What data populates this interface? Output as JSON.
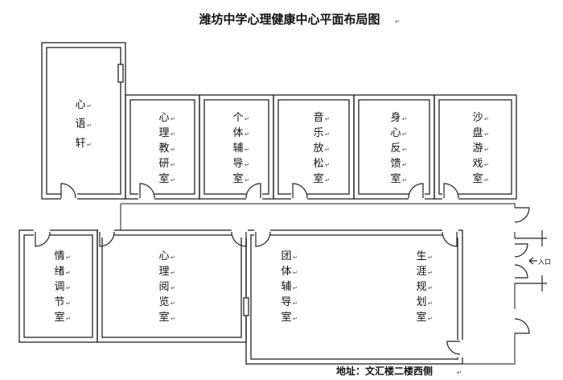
{
  "title": "潍坊中学心理健康中心平面布局图",
  "address": "地址：文汇楼二楼西侧",
  "entrance_label": "入口",
  "paragraph_mark": "↵",
  "rooms": {
    "xinyu": [
      "心",
      "语",
      "轩"
    ],
    "jiaoyan": [
      "心",
      "理",
      "教",
      "研",
      "室"
    ],
    "fudao": [
      "个",
      "体",
      "辅",
      "导",
      "室"
    ],
    "yinyue": [
      "音",
      "乐",
      "放",
      "松",
      "室"
    ],
    "fankui": [
      "身",
      "心",
      "反",
      "馈",
      "室"
    ],
    "shapan": [
      "沙",
      "盘",
      "游",
      "戏",
      "室"
    ],
    "qingxu": [
      "情",
      "绪",
      "调",
      "节",
      "室"
    ],
    "yuelan": [
      "心",
      "理",
      "阅",
      "览",
      "室"
    ],
    "tuanti": [
      "团",
      "体",
      "辅",
      "导",
      "室"
    ],
    "shengya": [
      "生",
      "涯",
      "规",
      "划",
      "室"
    ]
  }
}
